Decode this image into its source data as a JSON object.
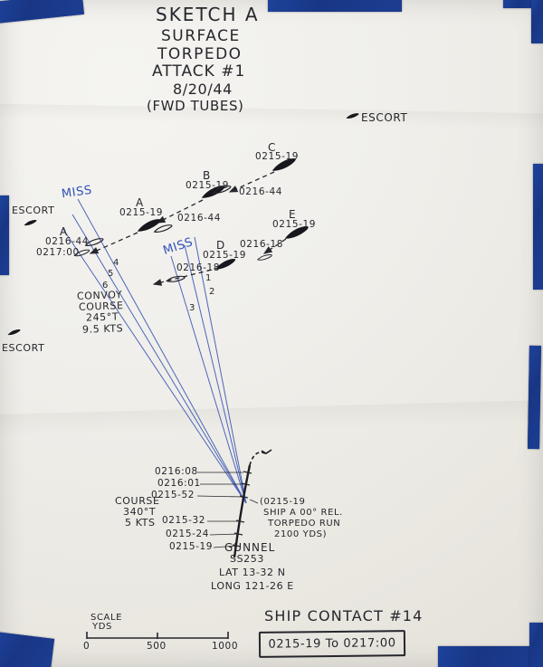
{
  "colors": {
    "ink": "#26262d",
    "blue": "#3a57b5",
    "tape": "#183684",
    "paper": "#f0efeb"
  },
  "title": {
    "l1": "SKETCH A",
    "l2": "SURFACE",
    "l3": "TORPEDO",
    "l4": "ATTACK #1",
    "l5": "8/20/44",
    "l6": "(FWD TUBES)"
  },
  "escorts": {
    "top_right": "ESCORT",
    "mid_left": "ESCORT",
    "bottom_left": "ESCORT"
  },
  "miss": {
    "left": "MISS",
    "center": "MISS"
  },
  "targets": {
    "c": {
      "label": "C",
      "t1": "0215-19",
      "t2": "0216-44"
    },
    "b": {
      "label": "B",
      "t1": "0215-19",
      "t2": "0216-44"
    },
    "a": {
      "label": "A",
      "t1": "0215-19"
    },
    "a2": {
      "label": "A",
      "t1": "0216-44",
      "t2": "0217:00"
    },
    "e": {
      "label": "E",
      "t1": "0215-19",
      "t2": "0216-18"
    },
    "d": {
      "label": "D",
      "t1": "0215-19",
      "t2": "0216-18"
    }
  },
  "convoy": {
    "l1": "CONVOY",
    "l2": "COURSE",
    "l3": "245°T",
    "l4": "9.5 KTS"
  },
  "torpedoes": {
    "n1": "1",
    "n2": "2",
    "n3": "3",
    "n4": "4",
    "n5": "5",
    "n6": "6"
  },
  "own_ship": {
    "times": [
      "0216:08",
      "0216:01",
      "0215-52",
      "0215-32",
      "0215-24",
      "0215-19"
    ],
    "course": {
      "l1": "COURSE",
      "l2": "340°T",
      "l3": "5 KTS"
    },
    "firing_note": {
      "l1": "(0215-19",
      "l2": "SHIP A 00° REL.",
      "l3": "TORPEDO RUN",
      "l4": "2100 YDS)"
    },
    "name": "GUNNEL",
    "hull": "SS253",
    "lat": "LAT 13-32 N",
    "long": "LONG 121-26 E"
  },
  "scale": {
    "label1": "SCALE",
    "label2": "YDS",
    "t0": "0",
    "t500": "500",
    "t1000": "1000"
  },
  "footer": {
    "contact": "SHIP CONTACT #14",
    "period": "0215-19 To 0217:00"
  }
}
